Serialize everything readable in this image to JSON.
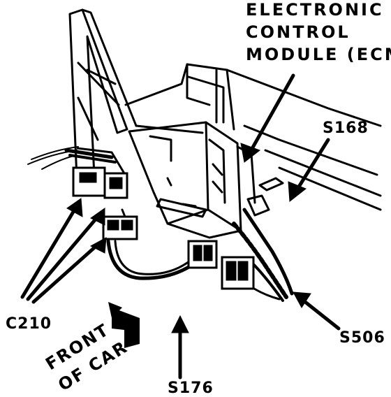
{
  "labels": {
    "ecm_line1": "ELECTRONIC",
    "ecm_line2": "CONTROL",
    "ecm_line3": "MODULE (ECM)",
    "s168": "S168",
    "c210": "C210",
    "s506": "S506",
    "s176": "S176",
    "front_line1": "FRONT",
    "front_line2": "OF CAR"
  },
  "colors": {
    "ink": "#000000",
    "paper": "#ffffff"
  }
}
